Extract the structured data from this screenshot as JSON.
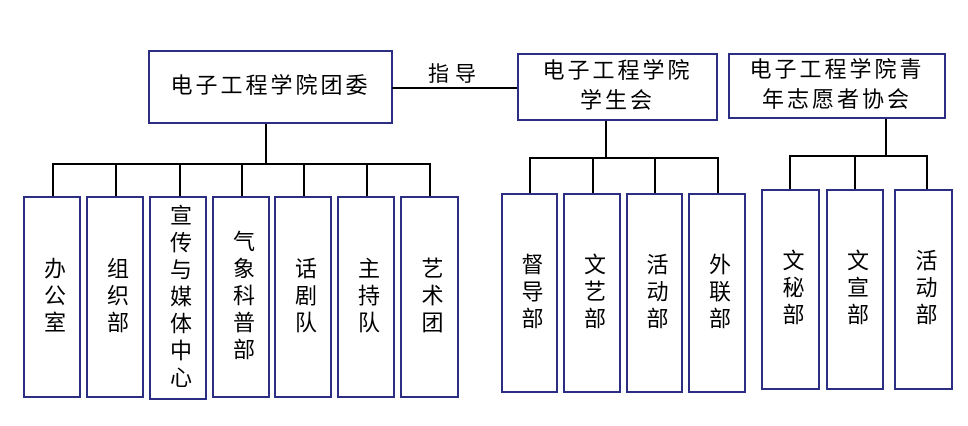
{
  "org_chart": {
    "edge_label": "指导",
    "colors": {
      "box_border": "#2b2e83",
      "connector_line": "#000000",
      "text": "#000000",
      "background": "#ffffff"
    },
    "nodes": [
      {
        "name": "电子工程学院团委",
        "lines": [
          "电子工程学院团委"
        ]
      },
      {
        "name": "电子工程学院学生会",
        "lines": [
          "电子工程学院",
          "学生会"
        ]
      },
      {
        "name": "电子工程学院青年志愿者协会",
        "lines": [
          "电子工程学院青",
          "年志愿者协会"
        ]
      }
    ],
    "groups": [
      {
        "children": [
          "办公室",
          "组织部",
          "宣传与媒体中心",
          "气象科普部",
          "话剧队",
          "主持队",
          "艺术团"
        ]
      },
      {
        "children": [
          "督导部",
          "文艺部",
          "活动部",
          "外联部"
        ]
      },
      {
        "children": [
          "文秘部",
          "文宣部",
          "活动部"
        ]
      }
    ]
  }
}
